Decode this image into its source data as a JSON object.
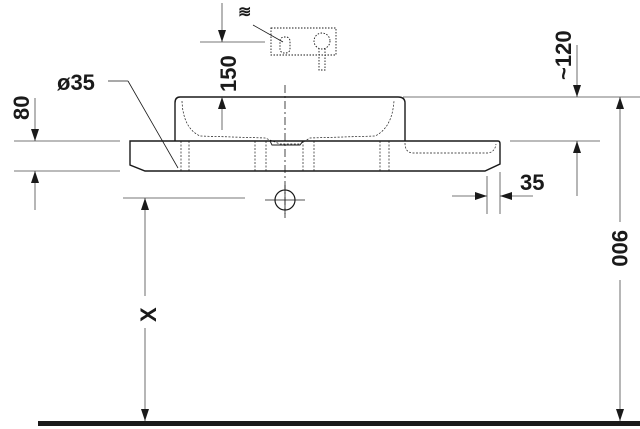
{
  "drawing": {
    "type": "technical-installation-drawing",
    "subject": "countertop washbasin side elevation",
    "colors": {
      "line": "#1a1a1a",
      "dim_line": "#4a4a4a",
      "background": "#ffffff"
    }
  },
  "dimensions": {
    "drain_diameter": "ø35",
    "counter_thickness": "80",
    "tap_height_above_bowl": "150",
    "bowl_height": "~120",
    "overhang": "35",
    "counter_height": "900",
    "drain_height": "X"
  },
  "symbols": {
    "water_supply": "≋"
  }
}
